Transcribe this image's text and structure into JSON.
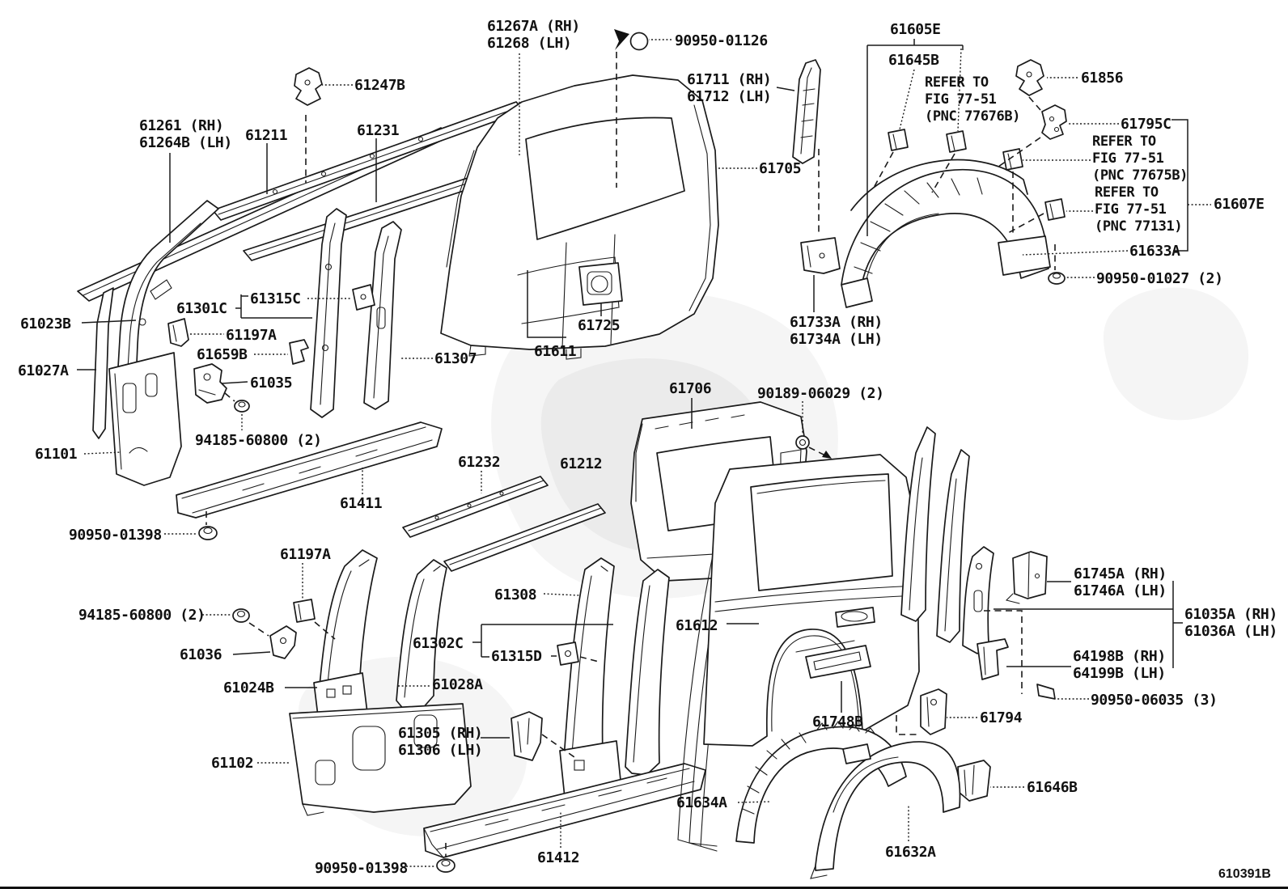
{
  "footer": {
    "code_label": "610391B"
  },
  "colors": {
    "line": "#1a1a1a",
    "background": "#ffffff"
  },
  "labels": [
    {
      "id": "61267A-61268",
      "text": "61267A (RH)\n61268 (LH)"
    },
    {
      "id": "90950-01126",
      "text": "90950-01126"
    },
    {
      "id": "61605E",
      "text": "61605E"
    },
    {
      "id": "61645B",
      "text": "61645B"
    },
    {
      "id": "61711-61712",
      "text": "61711 (RH)\n61712 (LH)"
    },
    {
      "id": "61856",
      "text": "61856"
    },
    {
      "id": "refer-77676B",
      "text": "REFER TO\nFIG 77-51\n(PNC 77676B)"
    },
    {
      "id": "61795C",
      "text": "61795C"
    },
    {
      "id": "refer-77675B",
      "text": "REFER TO\nFIG 77-51\n(PNC 77675B)"
    },
    {
      "id": "refer-77131",
      "text": "REFER TO\nFIG 77-51\n(PNC 77131)"
    },
    {
      "id": "61607E",
      "text": "61607E"
    },
    {
      "id": "61633A",
      "text": "61633A"
    },
    {
      "id": "90950-01027",
      "text": "90950-01027 (2)"
    },
    {
      "id": "61247B",
      "text": "61247B"
    },
    {
      "id": "61261-61264B",
      "text": "61261 (RH)\n61264B (LH)"
    },
    {
      "id": "61211",
      "text": "61211"
    },
    {
      "id": "61231",
      "text": "61231"
    },
    {
      "id": "61705",
      "text": "61705"
    },
    {
      "id": "61023B",
      "text": "61023B"
    },
    {
      "id": "61301C",
      "text": "61301C"
    },
    {
      "id": "61315C",
      "text": "61315C"
    },
    {
      "id": "61197A-upper",
      "text": "61197A"
    },
    {
      "id": "61659B",
      "text": "61659B"
    },
    {
      "id": "61035",
      "text": "61035"
    },
    {
      "id": "61307",
      "text": "61307"
    },
    {
      "id": "61027A",
      "text": "61027A"
    },
    {
      "id": "61725",
      "text": "61725"
    },
    {
      "id": "61611",
      "text": "61611"
    },
    {
      "id": "61733A-61734A",
      "text": "61733A (RH)\n61734A (LH)"
    },
    {
      "id": "61101",
      "text": "61101"
    },
    {
      "id": "94185-60800-a",
      "text": "94185-60800 (2)"
    },
    {
      "id": "61411",
      "text": "61411"
    },
    {
      "id": "90950-01398-a",
      "text": "90950-01398"
    },
    {
      "id": "61232",
      "text": "61232"
    },
    {
      "id": "61212",
      "text": "61212"
    },
    {
      "id": "61706",
      "text": "61706"
    },
    {
      "id": "90189-06029",
      "text": "90189-06029 (2)"
    },
    {
      "id": "61197A-lower",
      "text": "61197A"
    },
    {
      "id": "94185-60800-b",
      "text": "94185-60800 (2)"
    },
    {
      "id": "61036",
      "text": "61036"
    },
    {
      "id": "61024B",
      "text": "61024B"
    },
    {
      "id": "61028A",
      "text": "61028A"
    },
    {
      "id": "61308",
      "text": "61308"
    },
    {
      "id": "61302C",
      "text": "61302C"
    },
    {
      "id": "61315D",
      "text": "61315D"
    },
    {
      "id": "61612",
      "text": "61612"
    },
    {
      "id": "61745A-61746A",
      "text": "61745A (RH)\n61746A (LH)"
    },
    {
      "id": "61035A-61036A",
      "text": "61035A (RH)\n61036A (LH)"
    },
    {
      "id": "64198B-64199B",
      "text": "64198B (RH)\n64199B (LH)"
    },
    {
      "id": "90950-06035",
      "text": "90950-06035 (3)"
    },
    {
      "id": "61794",
      "text": "61794"
    },
    {
      "id": "61748B",
      "text": "61748B"
    },
    {
      "id": "61305-61306",
      "text": "61305 (RH)\n61306 (LH)"
    },
    {
      "id": "61102",
      "text": "61102"
    },
    {
      "id": "61634A",
      "text": "61634A"
    },
    {
      "id": "61646B",
      "text": "61646B"
    },
    {
      "id": "61632A",
      "text": "61632A"
    },
    {
      "id": "61412",
      "text": "61412"
    },
    {
      "id": "90950-01398-b",
      "text": "90950-01398"
    }
  ]
}
